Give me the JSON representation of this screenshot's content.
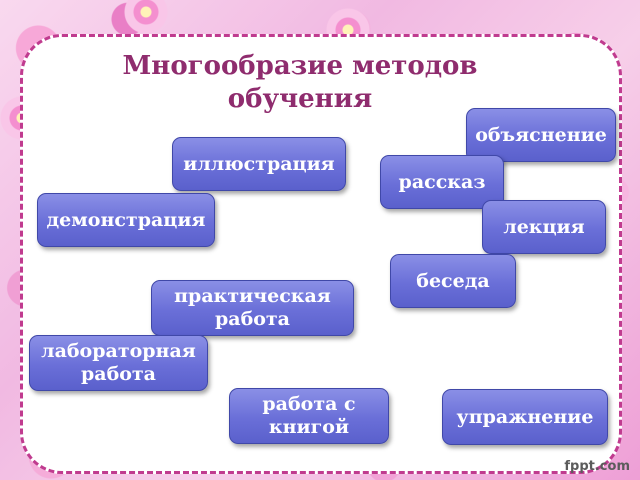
{
  "slide": {
    "title": "Многообразие методов обучения",
    "methods": {
      "illustration": "иллюстрация",
      "explanation": "объяснение",
      "story": "рассказ",
      "demonstration": "демонстрация",
      "lecture": "лекция",
      "conversation": "беседа",
      "practical_work": "практическая\nработа",
      "laboratory_work": "лабораторная\nработа",
      "book_work": "работа с\nкнигой",
      "exercise": "упражнение"
    },
    "colors": {
      "title": "#8f2c6e",
      "pill": "#6a6fd8",
      "border": "#c03b8f"
    }
  },
  "watermark": "fppt.com"
}
